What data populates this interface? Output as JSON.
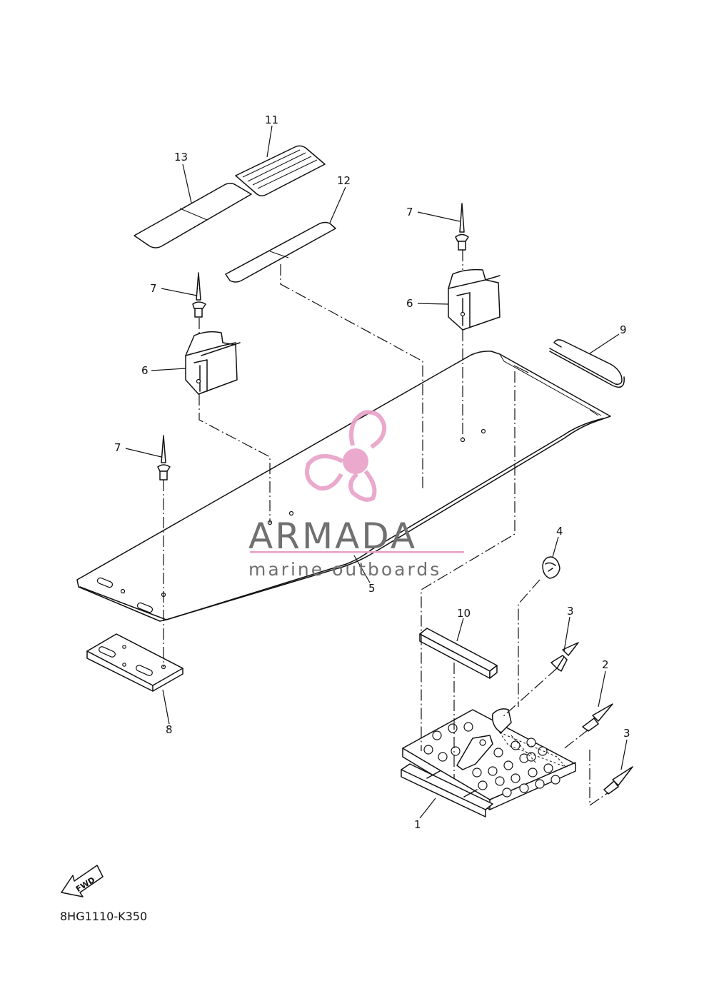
{
  "callouts": [
    {
      "id": "1",
      "text": "1"
    },
    {
      "id": "2",
      "text": "2"
    },
    {
      "id": "3a",
      "text": "3"
    },
    {
      "id": "3b",
      "text": "3"
    },
    {
      "id": "4",
      "text": "4"
    },
    {
      "id": "5",
      "text": "5"
    },
    {
      "id": "6a",
      "text": "6"
    },
    {
      "id": "6b",
      "text": "6"
    },
    {
      "id": "7a",
      "text": "7"
    },
    {
      "id": "7b",
      "text": "7"
    },
    {
      "id": "7c",
      "text": "7"
    },
    {
      "id": "8",
      "text": "8"
    },
    {
      "id": "9",
      "text": "9"
    },
    {
      "id": "10",
      "text": "10"
    },
    {
      "id": "11",
      "text": "11"
    },
    {
      "id": "12",
      "text": "12"
    },
    {
      "id": "13",
      "text": "13"
    }
  ],
  "drawing_code": "8HG1110-K350",
  "direction_badge": "FWD",
  "watermark": {
    "brand": "ARMADA",
    "tagline": "marine outboards",
    "logo_color": "#e8a0c8",
    "text_color": "#707070"
  }
}
